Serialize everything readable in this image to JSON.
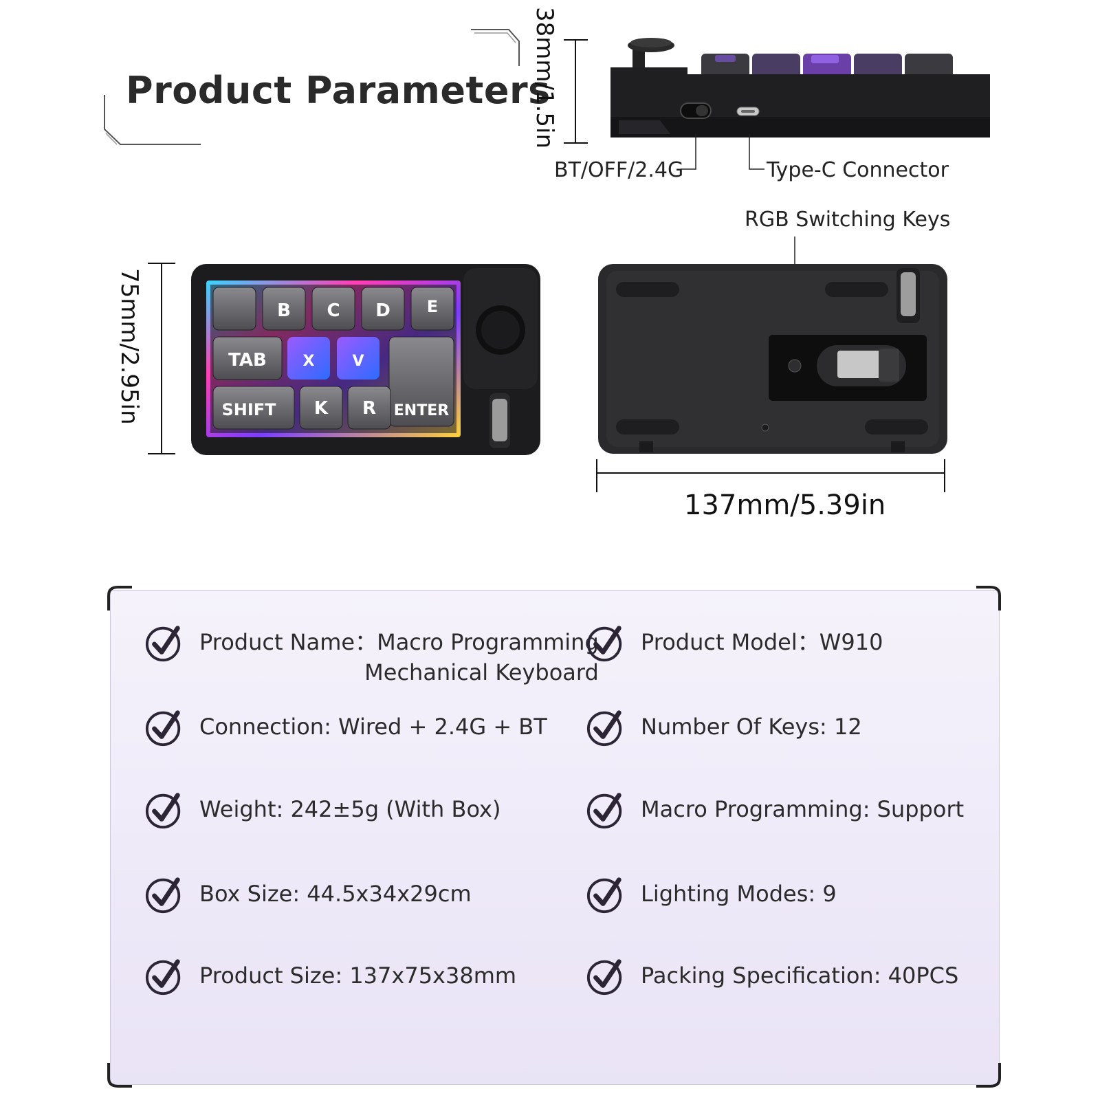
{
  "header": {
    "title": "Product Parameters"
  },
  "dimensions": {
    "height": "38mm/1.5in",
    "depth": "75mm/2.95in",
    "width": "137mm/5.39in"
  },
  "callouts": {
    "mode_switch": "BT/OFF/2.4G",
    "connector": "Type-C Connector",
    "rgb_keys": "RGB Switching Keys"
  },
  "keyboard": {
    "keys": [
      "B",
      "C",
      "D",
      "E",
      "TAB",
      "X",
      "V",
      "SHIFT",
      "K",
      "R",
      "ENTER"
    ]
  },
  "specs": {
    "left": [
      {
        "label": "Product Name：Macro Programming",
        "sub": "Mechanical Keyboard"
      },
      {
        "label": "Connection: Wired + 2.4G + BT"
      },
      {
        "label": "Weight: 242±5g (With Box)"
      },
      {
        "label": "Box Size: 44.5x34x29cm"
      },
      {
        "label": "Product Size: 137x75x38mm"
      }
    ],
    "right": [
      {
        "label": "Product Model：W910"
      },
      {
        "label": "Number Of Keys: 12"
      },
      {
        "label": "Macro Programming: Support"
      },
      {
        "label": "Lighting Modes: 9"
      },
      {
        "label": "Packing Specification: 40PCS"
      }
    ]
  },
  "colors": {
    "accent_check": "#2b2536",
    "panel_bg": "#efeaf8",
    "device_body": "#1e1e20"
  },
  "icons": {
    "check": "check-circle-icon"
  }
}
